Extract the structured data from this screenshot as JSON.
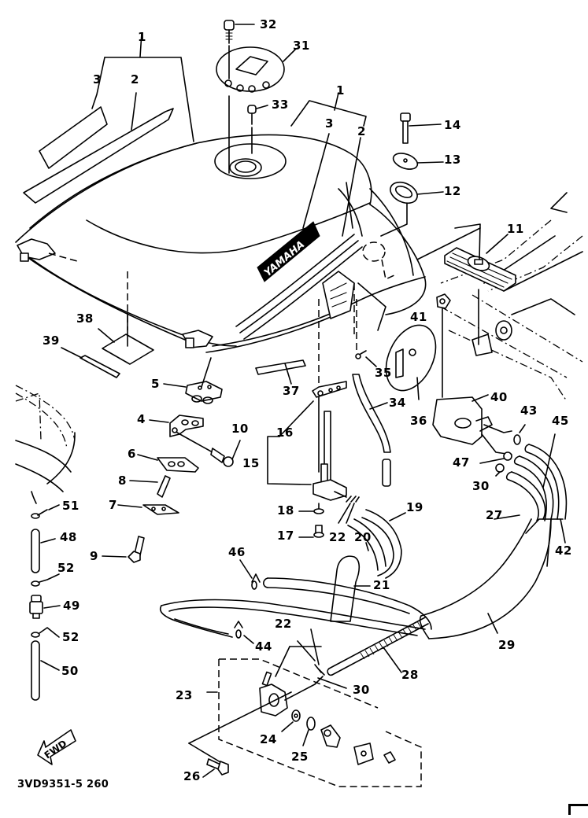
{
  "diagram": {
    "title": "Fuel tank exploded parts diagram",
    "drawing_code": "3VD9351-5 260",
    "direction_marker": "FWD",
    "tank_emblem": "YAMAHA",
    "colors": {
      "line": "#000000",
      "background": "#ffffff"
    }
  },
  "callouts": [
    {
      "id": "c1a",
      "label": "1"
    },
    {
      "id": "c2a",
      "label": "2"
    },
    {
      "id": "c3a",
      "label": "3"
    },
    {
      "id": "c1b",
      "label": "1"
    },
    {
      "id": "c2b",
      "label": "2"
    },
    {
      "id": "c3b",
      "label": "3"
    },
    {
      "id": "c4",
      "label": "4"
    },
    {
      "id": "c5",
      "label": "5"
    },
    {
      "id": "c6",
      "label": "6"
    },
    {
      "id": "c7",
      "label": "7"
    },
    {
      "id": "c8",
      "label": "8"
    },
    {
      "id": "c9",
      "label": "9"
    },
    {
      "id": "c10",
      "label": "10"
    },
    {
      "id": "c11",
      "label": "11"
    },
    {
      "id": "c12",
      "label": "12"
    },
    {
      "id": "c13",
      "label": "13"
    },
    {
      "id": "c14",
      "label": "14"
    },
    {
      "id": "c15",
      "label": "15"
    },
    {
      "id": "c16",
      "label": "16"
    },
    {
      "id": "c17",
      "label": "17"
    },
    {
      "id": "c18",
      "label": "18"
    },
    {
      "id": "c19",
      "label": "19"
    },
    {
      "id": "c20",
      "label": "20"
    },
    {
      "id": "c21",
      "label": "21"
    },
    {
      "id": "c22a",
      "label": "22"
    },
    {
      "id": "c22b",
      "label": "22"
    },
    {
      "id": "c23",
      "label": "23"
    },
    {
      "id": "c24",
      "label": "24"
    },
    {
      "id": "c25",
      "label": "25"
    },
    {
      "id": "c26",
      "label": "26"
    },
    {
      "id": "c27",
      "label": "27"
    },
    {
      "id": "c28",
      "label": "28"
    },
    {
      "id": "c29",
      "label": "29"
    },
    {
      "id": "c30a",
      "label": "30"
    },
    {
      "id": "c30b",
      "label": "30"
    },
    {
      "id": "c31",
      "label": "31"
    },
    {
      "id": "c32",
      "label": "32"
    },
    {
      "id": "c33",
      "label": "33"
    },
    {
      "id": "c34",
      "label": "34"
    },
    {
      "id": "c35",
      "label": "35"
    },
    {
      "id": "c36",
      "label": "36"
    },
    {
      "id": "c37",
      "label": "37"
    },
    {
      "id": "c38",
      "label": "38"
    },
    {
      "id": "c39",
      "label": "39"
    },
    {
      "id": "c40",
      "label": "40"
    },
    {
      "id": "c41",
      "label": "41"
    },
    {
      "id": "c42",
      "label": "42"
    },
    {
      "id": "c43",
      "label": "43"
    },
    {
      "id": "c44",
      "label": "44"
    },
    {
      "id": "c45",
      "label": "45"
    },
    {
      "id": "c46",
      "label": "46"
    },
    {
      "id": "c47",
      "label": "47"
    },
    {
      "id": "c48",
      "label": "48"
    },
    {
      "id": "c49",
      "label": "49"
    },
    {
      "id": "c50",
      "label": "50"
    },
    {
      "id": "c51",
      "label": "51"
    },
    {
      "id": "c52a",
      "label": "52"
    },
    {
      "id": "c52b",
      "label": "52"
    }
  ]
}
